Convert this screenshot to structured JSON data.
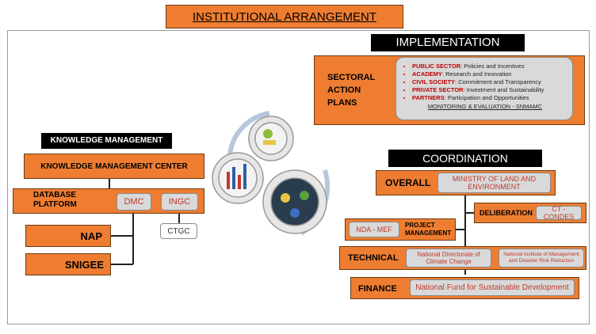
{
  "title": "INSTITUTIONAL ARRANGEMENT",
  "implementation": {
    "header": "IMPLEMENTATION",
    "sectoral_label": "SECTORAL ACTION PLANS",
    "items": [
      {
        "key": "PUBLIC SECTOR",
        "value": ": Policies and Incentives"
      },
      {
        "key": "ACADEMY",
        "value": ": Research and Innovation"
      },
      {
        "key": "CIVIL SOCIETY",
        "value": ": Commitment and Transparency"
      },
      {
        "key": "PRIVATE SECTOR",
        "value": ": Investment and Sustainability"
      },
      {
        "key": "PARTNERS",
        "value": ": Participation and Opportunities"
      }
    ],
    "monitoring": "MONITORING & EVALUATION - SNMAMC"
  },
  "knowledge": {
    "header": "KNOWLEDGE MANAGEMENT",
    "center": "KNOWLEDGE MANAGEMENT CENTER",
    "database_label": "DATABASE PLATFORM",
    "dmc": "DMC",
    "ingc": "INGC",
    "ctgc": "CTGC",
    "nap": "NAP",
    "snigee": "SNIGEE"
  },
  "coordination": {
    "header": "COORDINATION",
    "overall": "OVERALL",
    "ministry": "MINISTRY OF LAND AND ENVIRONMENT",
    "deliberation": "DELIBERATION",
    "ct_condes": "CT - CONDES",
    "nda_mef": "NDA - MEF",
    "project_mgmt": "PROJECT MANAGEMENT",
    "technical": "TECHNICAL",
    "ndcc": "National Directorate of Climate Change",
    "ingd": "National Institute of Management and Disaster Risk Reduction",
    "finance": "FINANCE",
    "fund": "National Fund for Sustainable Development"
  },
  "colors": {
    "orange": "#ee7d31",
    "gray_box": "#d9d9d9",
    "text_red": "#c0392b"
  }
}
